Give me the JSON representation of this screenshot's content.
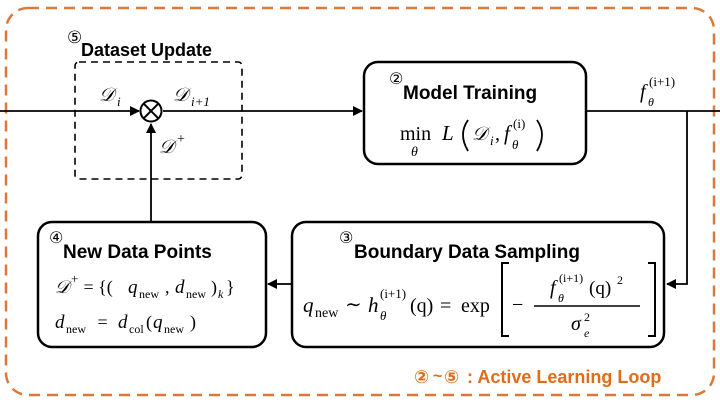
{
  "colors": {
    "frame": "#d97a3a",
    "legend": "#e06c1a",
    "stroke": "#000000"
  },
  "steps": {
    "dataset_update": {
      "number": "⑤",
      "title": "Dataset Update"
    },
    "model_training": {
      "number": "②",
      "title": "Model Training"
    },
    "boundary_sampling": {
      "number": "③",
      "title": "Boundary Data Sampling"
    },
    "new_points": {
      "number": "④",
      "title": "New Data Points"
    }
  },
  "labels": {
    "d_i": "𝒟",
    "d_i_sub": "i",
    "d_i1": "𝒟",
    "d_i1_sub": "i+1",
    "d_plus": "𝒟",
    "d_plus_sup": "+",
    "f_out": "f",
    "f_out_sub": "θ",
    "f_out_sup": "(i+1)"
  },
  "formulas": {
    "training": {
      "min": "min",
      "min_sub": "θ",
      "loss": "L",
      "arg_d": "𝒟",
      "arg_d_sub": "i",
      "comma": ",",
      "arg_f": "f",
      "arg_f_sub": "θ",
      "arg_f_sup": "(i)"
    },
    "sampling": {
      "q": "q",
      "q_sub": "new",
      "tilde": "∼",
      "h": "h",
      "h_sub": "θ",
      "h_sup": "(i+1)",
      "h_arg": "(q)",
      "eq": "=",
      "exp": "exp",
      "minus": "−",
      "num_f": "f",
      "num_f_sub": "θ",
      "num_f_sup": "(i+1)",
      "num_arg": "(q)",
      "num_sq": "2",
      "den_sigma": "σ",
      "den_sub": "e",
      "den_sup": "2"
    },
    "new_points": {
      "line1_d": "𝒟",
      "line1_sup": "+",
      "line1_eq": " = {(",
      "line1_q": "q",
      "line1_q_sub": "new",
      "line1_comma": ", ",
      "line1_dn": "d",
      "line1_dn_sub": "new",
      "line1_close": ")",
      "line1_k": "k",
      "line1_brace": "}",
      "line2_d": "d",
      "line2_d_sub": "new",
      "line2_eq": " = ",
      "line2_dcol": "d",
      "line2_dcol_sub": "col",
      "line2_open": "(",
      "line2_q": "q",
      "line2_q_sub": "new",
      "line2_close": ")"
    }
  },
  "footer": {
    "range_start": "②",
    "range_sep": "~",
    "range_end": "⑤",
    "text": " : Active Learning Loop"
  }
}
